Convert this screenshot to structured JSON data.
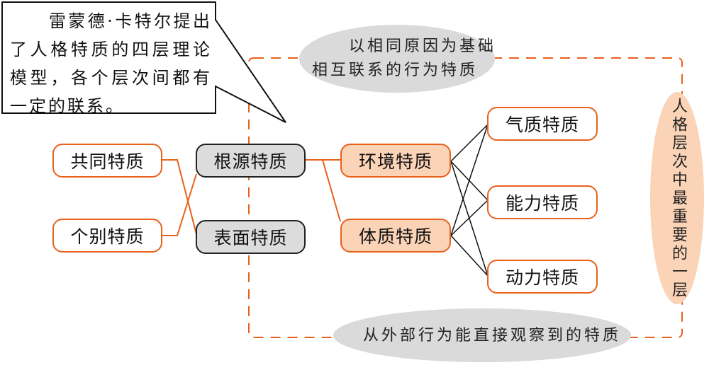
{
  "callout": {
    "text": "　　雷蒙德·卡特尔提出了人格特质的四层理论模型，各个层次间都有一定的联系。"
  },
  "annotations": {
    "top_ellipse": [
      "　　以相同原因为基础",
      "相互联系的行为特质"
    ],
    "bottom_ellipse": "从外部行为能直接观察到的特质",
    "right_ellipse": "人格层次中最重要的一层"
  },
  "nodes": {
    "common": "共同特质",
    "individual": "个别特质",
    "source": "根源特质",
    "surface": "表面特质",
    "environment": "环境特质",
    "constitution": "体质特质",
    "temperament": "气质特质",
    "ability": "能力特质",
    "dynamic": "动力特质"
  },
  "colors": {
    "accent": "#e8621c",
    "peach_fill": "#fbd3b6",
    "gray_fill": "#dcdcdc",
    "ellipse_gray": "#dadada"
  }
}
